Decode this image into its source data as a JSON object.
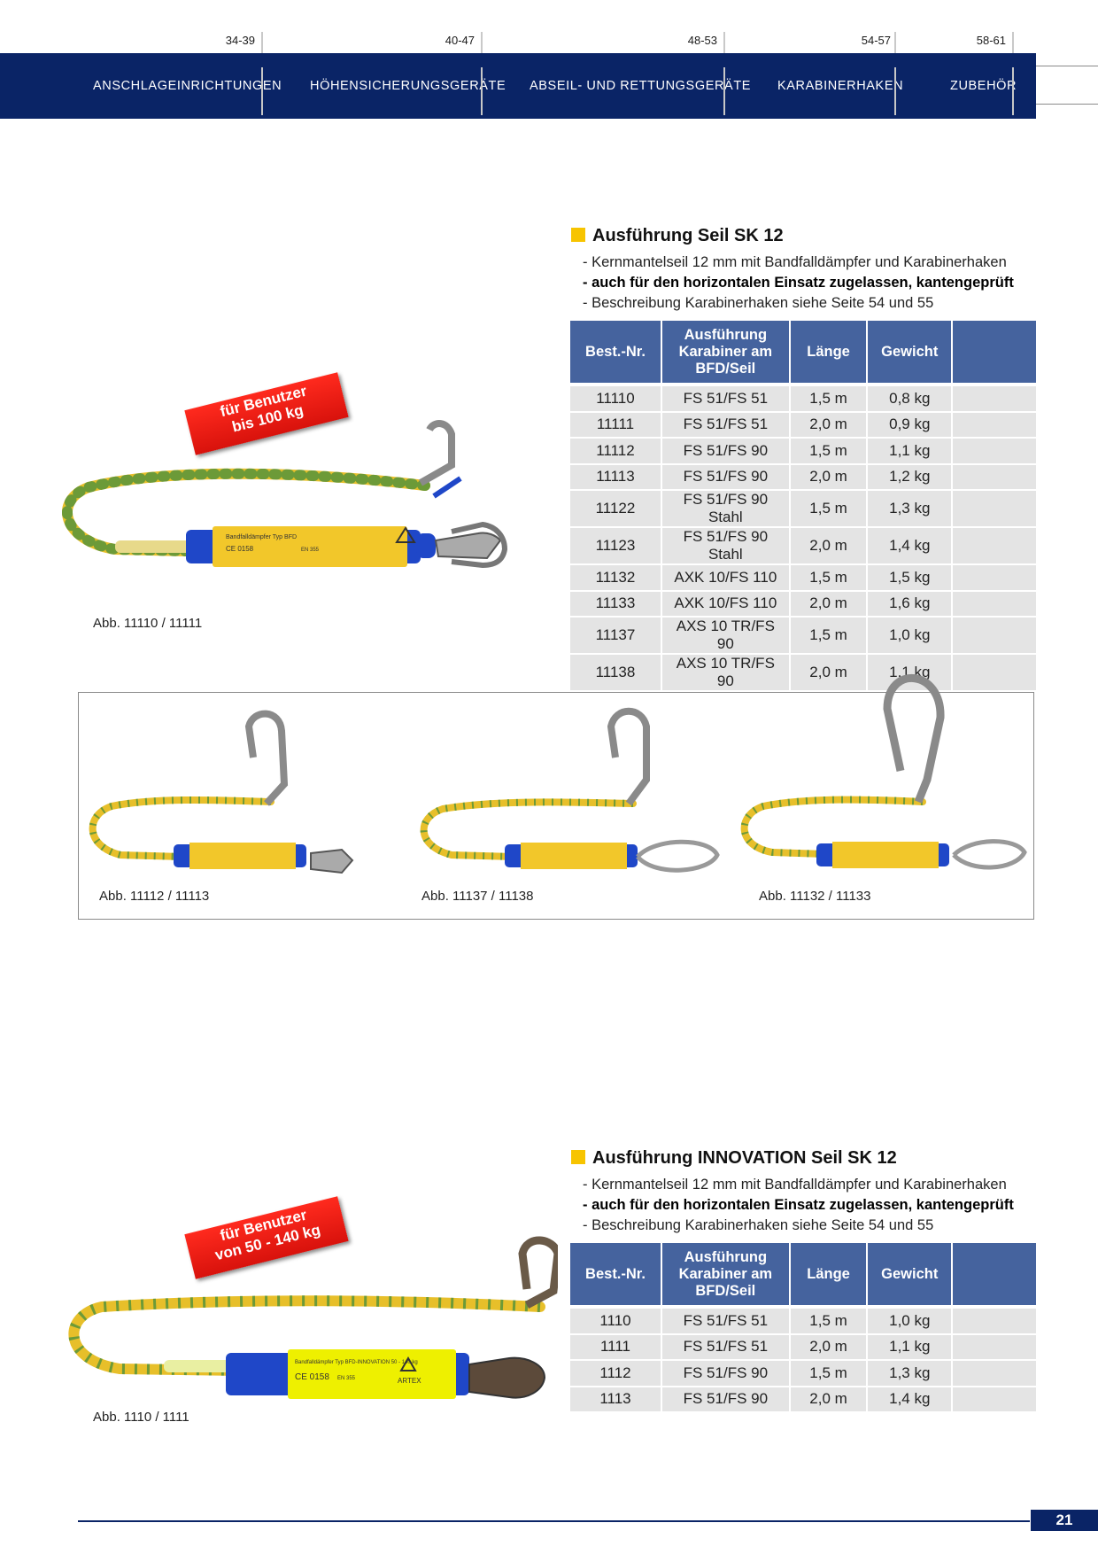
{
  "header": {
    "pages": [
      "34-39",
      "40-47",
      "48-53",
      "54-57",
      "58-61"
    ],
    "categories": [
      "ANSCHLAGEINRICHTUNGEN",
      "HÖHENSICHERUNGSGERÄTE",
      "ABSEIL- UND RETTUNGSGERÄTE",
      "KARABINERHAKEN",
      "ZUBEHÖR"
    ]
  },
  "section1": {
    "title": "Ausführung Seil SK 12",
    "bullets": [
      "- Kernmantelseil 12 mm mit Bandfalldämpfer und Karabinerhaken",
      "- auch für den horizontalen Einsatz zugelassen, kantengeprüft",
      "- Beschreibung Karabinerhaken siehe Seite 54 und 55"
    ],
    "badge": [
      "für Benutzer",
      "bis 100 kg"
    ],
    "caption": "Abb. 11110 / 11111",
    "table": {
      "headers": [
        "Best.-Nr.",
        "Ausführung",
        "Karabiner am",
        "BFD/Seil",
        "Länge",
        "Gewicht"
      ],
      "rows": [
        [
          "11110",
          "FS 51/FS 51",
          "1,5 m",
          "0,8 kg"
        ],
        [
          "11111",
          "FS 51/FS 51",
          "2,0 m",
          "0,9 kg"
        ],
        [
          "11112",
          "FS 51/FS 90",
          "1,5 m",
          "1,1 kg"
        ],
        [
          "11113",
          "FS 51/FS 90",
          "2,0 m",
          "1,2 kg"
        ],
        [
          "11122",
          "FS 51/FS 90 Stahl",
          "1,5 m",
          "1,3 kg"
        ],
        [
          "11123",
          "FS 51/FS 90 Stahl",
          "2,0 m",
          "1,4 kg"
        ],
        [
          "11132",
          "AXK 10/FS 110",
          "1,5 m",
          "1,5 kg"
        ],
        [
          "11133",
          "AXK 10/FS 110",
          "2,0 m",
          "1,6 kg"
        ],
        [
          "11137",
          "AXS 10 TR/FS 90",
          "1,5 m",
          "1,0 kg"
        ],
        [
          "11138",
          "AXS 10 TR/FS 90",
          "2,0 m",
          "1,1 kg"
        ]
      ]
    }
  },
  "gallery": {
    "captions": [
      "Abb. 11112 / 11113",
      "Abb. 11137 / 11138",
      "Abb. 11132 / 11133"
    ]
  },
  "section2": {
    "title": "Ausführung INNOVATION Seil SK 12",
    "bullets": [
      "- Kernmantelseil 12 mm mit Bandfalldämpfer und Karabinerhaken",
      "- auch für den horizontalen Einsatz zugelassen, kantengeprüft",
      "- Beschreibung Karabinerhaken siehe Seite 54 und 55"
    ],
    "badge": [
      "für Benutzer",
      "von 50 - 140 kg"
    ],
    "caption": "Abb. 1110 / 1111",
    "table": {
      "headers": [
        "Best.-Nr.",
        "Ausführung",
        "Karabiner am",
        "BFD/Seil",
        "Länge",
        "Gewicht"
      ],
      "rows": [
        [
          "1110",
          "FS 51/FS 51",
          "1,5 m",
          "1,0 kg"
        ],
        [
          "1111",
          "FS 51/FS 51",
          "2,0 m",
          "1,1 kg"
        ],
        [
          "1112",
          "FS 51/FS 90",
          "1,5 m",
          "1,3 kg"
        ],
        [
          "1113",
          "FS 51/FS 90",
          "2,0 m",
          "1,4 kg"
        ]
      ]
    }
  },
  "absorber_labels": {
    "label1": "Bandfalldämpfer  Typ BFD",
    "ce1": "CE 0158",
    "en1": "EN 355",
    "label2": "Bandfalldämpfer  Typ BFD-INNOVATION 50 - 140 kg",
    "ce2": "CE 0158",
    "en2": "EN 355",
    "brand": "ARTEX"
  },
  "footer": {
    "page_number": "21"
  },
  "colors": {
    "navy": "#0a2466",
    "table_header": "#45639e",
    "yellow": "#f7c400",
    "badge_red": "#e8160e"
  }
}
